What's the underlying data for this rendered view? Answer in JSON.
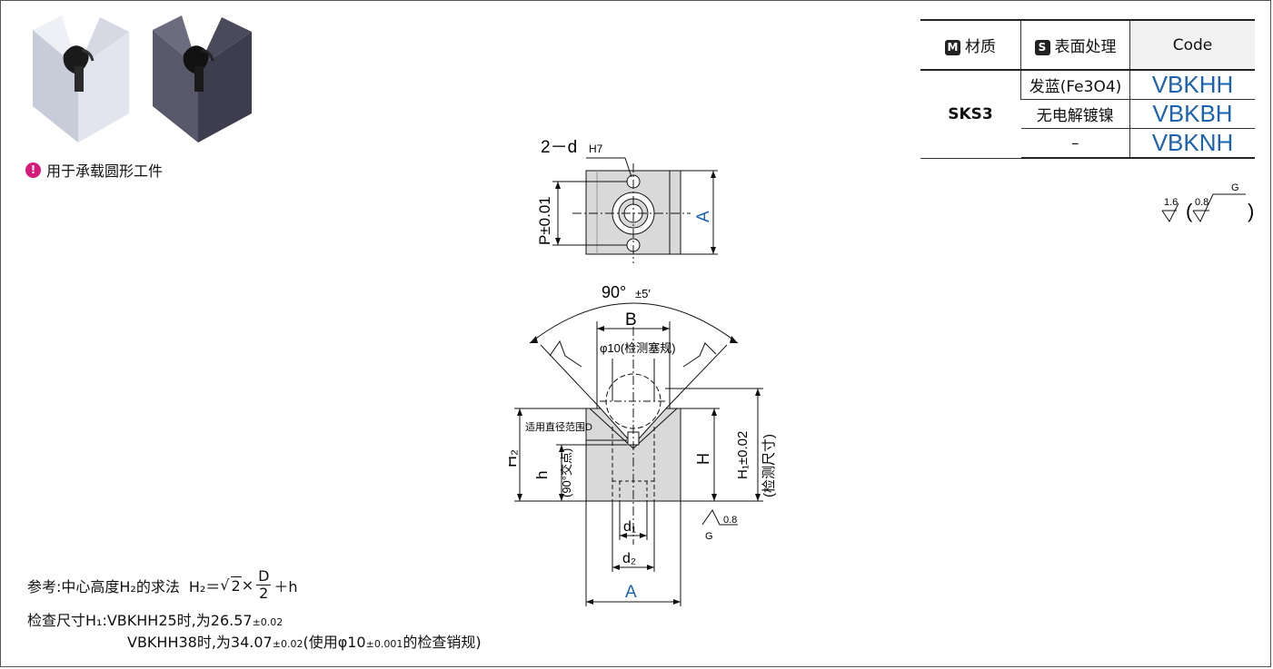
{
  "note": "用于承载圆形工件",
  "table": {
    "headers": [
      {
        "badge": "M",
        "label": "材质"
      },
      {
        "badge": "S",
        "label": "表面处理"
      },
      {
        "badge": "",
        "label": "Code"
      }
    ],
    "material": "SKS3",
    "rows": [
      {
        "treatment": "发蓝(Fe3O4)",
        "code": "VBKHH"
      },
      {
        "treatment": "无电解镀镍",
        "code": "VBKBH"
      },
      {
        "treatment": "–",
        "code": "VBKNH"
      }
    ]
  },
  "top_view": {
    "label_holes": "2－d",
    "label_holes_sub": "H7",
    "label_p": "P±0.01",
    "label_a": "A"
  },
  "front_view": {
    "angle": "90°",
    "angle_tol": "±5′",
    "label_b": "B",
    "label_gauge": "φ10(检测塞规)",
    "label_d_range": "适用直径范围D",
    "label_h2": "H₂",
    "label_h": "h",
    "label_h_note": "(90°交点)",
    "label_H": "H",
    "label_H1": "H₁±0.02",
    "label_H1_note": "(检测尺寸)",
    "label_d1": "d₁",
    "label_d2": "d₂",
    "label_a": "A",
    "rough_08": "0.8",
    "rough_G": "G"
  },
  "roughness_legend": {
    "a": "1.6",
    "b": "0.8",
    "g": "G"
  },
  "formula": {
    "prefix": "参考:中心高度H₂的求法",
    "lhs": "H₂＝",
    "sqrt": "2",
    "times": "×",
    "num": "D",
    "den": "2",
    "tail": "＋h"
  },
  "check": {
    "line1_label": "检查尺寸H₁:",
    "line1_text": "VBKHH25时,为26.57",
    "line1_tol": "±0.02",
    "line2_a": "VBKHH38时,为34.07",
    "line2_tol": "±0.02",
    "line2_b": "(使用φ10",
    "line2_tol2": "±0.001",
    "line2_c": "的检查销规)"
  },
  "colors": {
    "accent_blue": "#1a63b0",
    "badge_pink": "#d6197a"
  }
}
